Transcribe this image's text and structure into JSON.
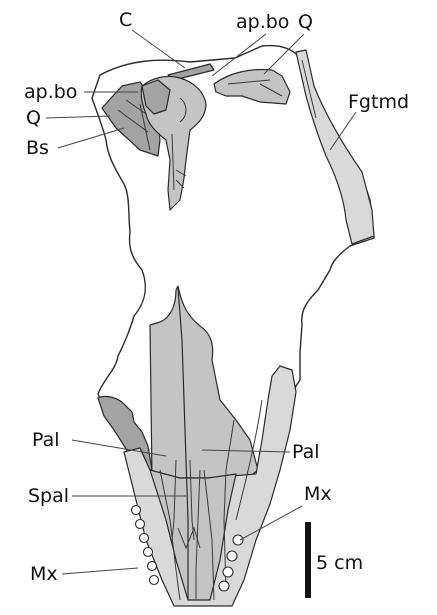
{
  "figure": {
    "labels": {
      "c": "C",
      "ap_bo_top": "ap.bo",
      "q_top": "Q",
      "ap_bo_left": "ap.bo",
      "q_left": "Q",
      "bs": "Bs",
      "fgtmd": "Fgtmd",
      "pal_left": "Pal",
      "pal_right": "Pal",
      "spal": "Spal",
      "mx_right": "Mx",
      "mx_left": "Mx"
    },
    "scale_bar": {
      "label": "5 cm"
    },
    "colors": {
      "dark_bone": "#a3a3a3",
      "mid_bone": "#c4c4c4",
      "light_bone": "#d9d9d9",
      "outline": "#2b2b2b"
    }
  }
}
